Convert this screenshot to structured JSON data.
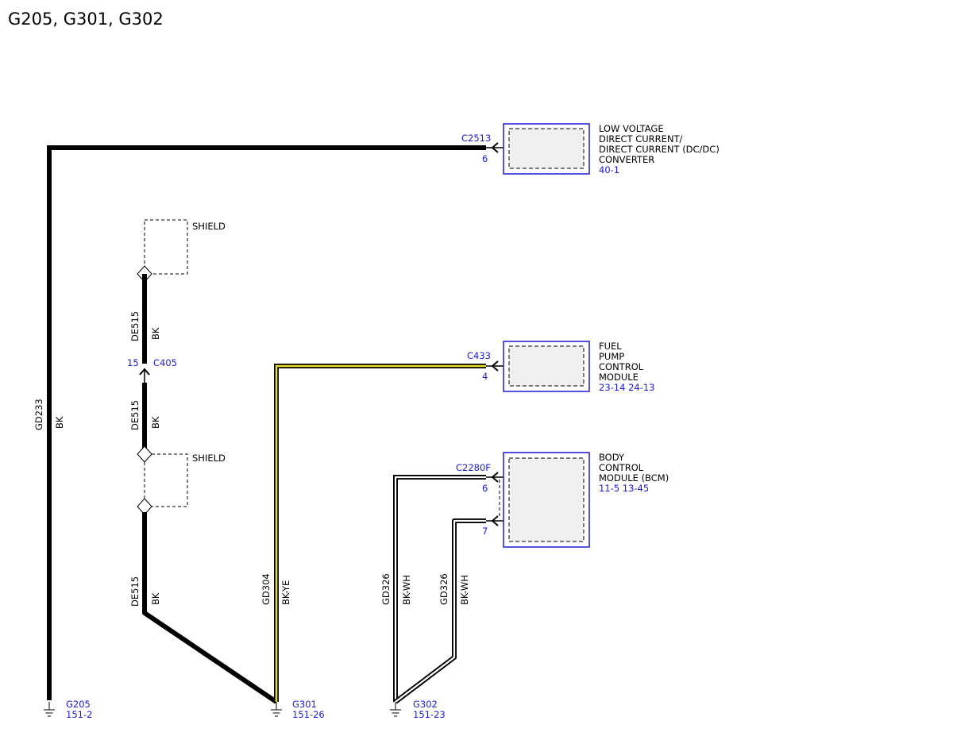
{
  "title": "G205, G301, G302",
  "colors": {
    "wire": "#000000",
    "ref": "#1a1ad6",
    "yellow": "#e8dc28",
    "module_fill": "#efefef"
  },
  "modules": {
    "dcdc": {
      "lines": [
        "LOW VOLTAGE",
        "DIRECT CURRENT/",
        "DIRECT CURRENT (DC/DC)",
        "CONVERTER"
      ],
      "ref": "40-1",
      "connector": "C2513",
      "pin": "6"
    },
    "fpcm": {
      "lines": [
        "FUEL",
        "PUMP",
        "CONTROL",
        "MODULE"
      ],
      "ref": "23-14  24-13",
      "connector": "C433",
      "pin": "4"
    },
    "bcm": {
      "lines": [
        "BODY",
        "CONTROL",
        "MODULE (BCM)"
      ],
      "ref": "11-5     13-45",
      "connector": "C2280F",
      "pin_top": "6",
      "pin_bottom": "7"
    }
  },
  "wires": {
    "gd233": {
      "circuit": "GD233",
      "color": "BK"
    },
    "de515_a": {
      "circuit": "DE515",
      "color": "BK"
    },
    "de515_b": {
      "circuit": "DE515",
      "color": "BK"
    },
    "de515_c": {
      "circuit": "DE515",
      "color": "BK"
    },
    "gd304": {
      "circuit": "GD304",
      "color": "BK-YE"
    },
    "gd326_a": {
      "circuit": "GD326",
      "color": "BK-WH"
    },
    "gd326_b": {
      "circuit": "GD326",
      "color": "BK-WH"
    }
  },
  "c405": {
    "pin": "15",
    "connector": "C405"
  },
  "shields": [
    "SHIELD",
    "SHIELD"
  ],
  "grounds": {
    "g205": {
      "name": "G205",
      "ref": "151-2"
    },
    "g301": {
      "name": "G301",
      "ref": "151-26"
    },
    "g302": {
      "name": "G302",
      "ref": "151-23"
    }
  }
}
